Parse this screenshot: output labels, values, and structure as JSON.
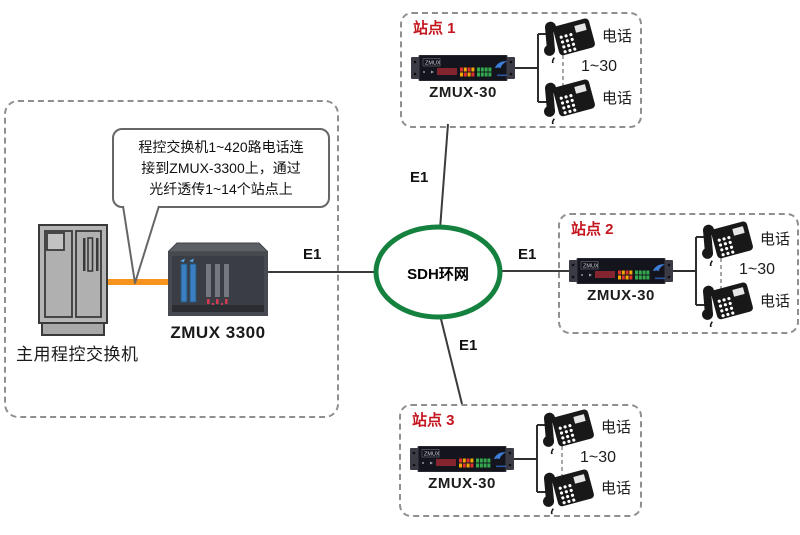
{
  "colors": {
    "ring_green": "#15813F",
    "station_red": "#C4161E",
    "fiber_orange": "#F6921E",
    "line_dark": "#3b3b3b",
    "dash_gray": "#8f8f8f"
  },
  "hub": {
    "label": "SDH环网"
  },
  "e1_labels": {
    "left": "E1",
    "top": "E1",
    "right": "E1",
    "bottom": "E1"
  },
  "left_group": {
    "callout": {
      "line1": "程控交换机1~420路电话连",
      "line2": "接到ZMUX-3300上，通过",
      "line3": "光纤透传1~14个站点上"
    },
    "exchange_label": "主用程控交换机",
    "mux_label": "ZMUX 3300"
  },
  "stations": [
    {
      "title": "站点 1",
      "device_brand": "ZMUX",
      "device_label": "ZMUX-30",
      "phone_top": "电话",
      "phone_bottom": "电话",
      "range": "1~30"
    },
    {
      "title": "站点 2",
      "device_brand": "ZMUX",
      "device_label": "ZMUX-30",
      "phone_top": "电话",
      "phone_bottom": "电话",
      "range": "1~30"
    },
    {
      "title": "站点 3",
      "device_brand": "ZMUX",
      "device_label": "ZMUX-30",
      "phone_top": "电话",
      "phone_bottom": "电话",
      "range": "1~30"
    }
  ]
}
